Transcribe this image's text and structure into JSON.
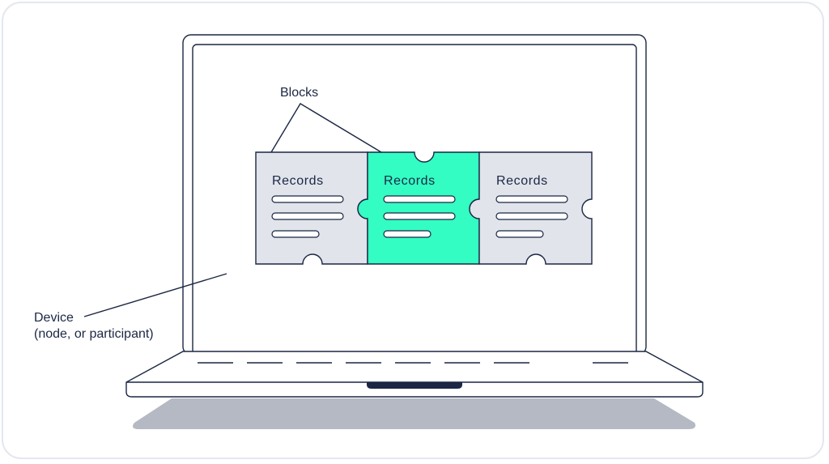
{
  "annotations": {
    "blocks_label": "Blocks",
    "device_label_line1": "Device",
    "device_label_line2": "(node, or participant)"
  },
  "blocks": [
    {
      "title": "Records",
      "highlighted": false
    },
    {
      "title": "Records",
      "highlighted": true
    },
    {
      "title": "Records",
      "highlighted": false
    }
  ],
  "colors": {
    "outline": "#1b2743",
    "block_fill": "#e1e4eb",
    "highlight_fill": "#33fdc3",
    "shadow": "#b4b9c3"
  }
}
